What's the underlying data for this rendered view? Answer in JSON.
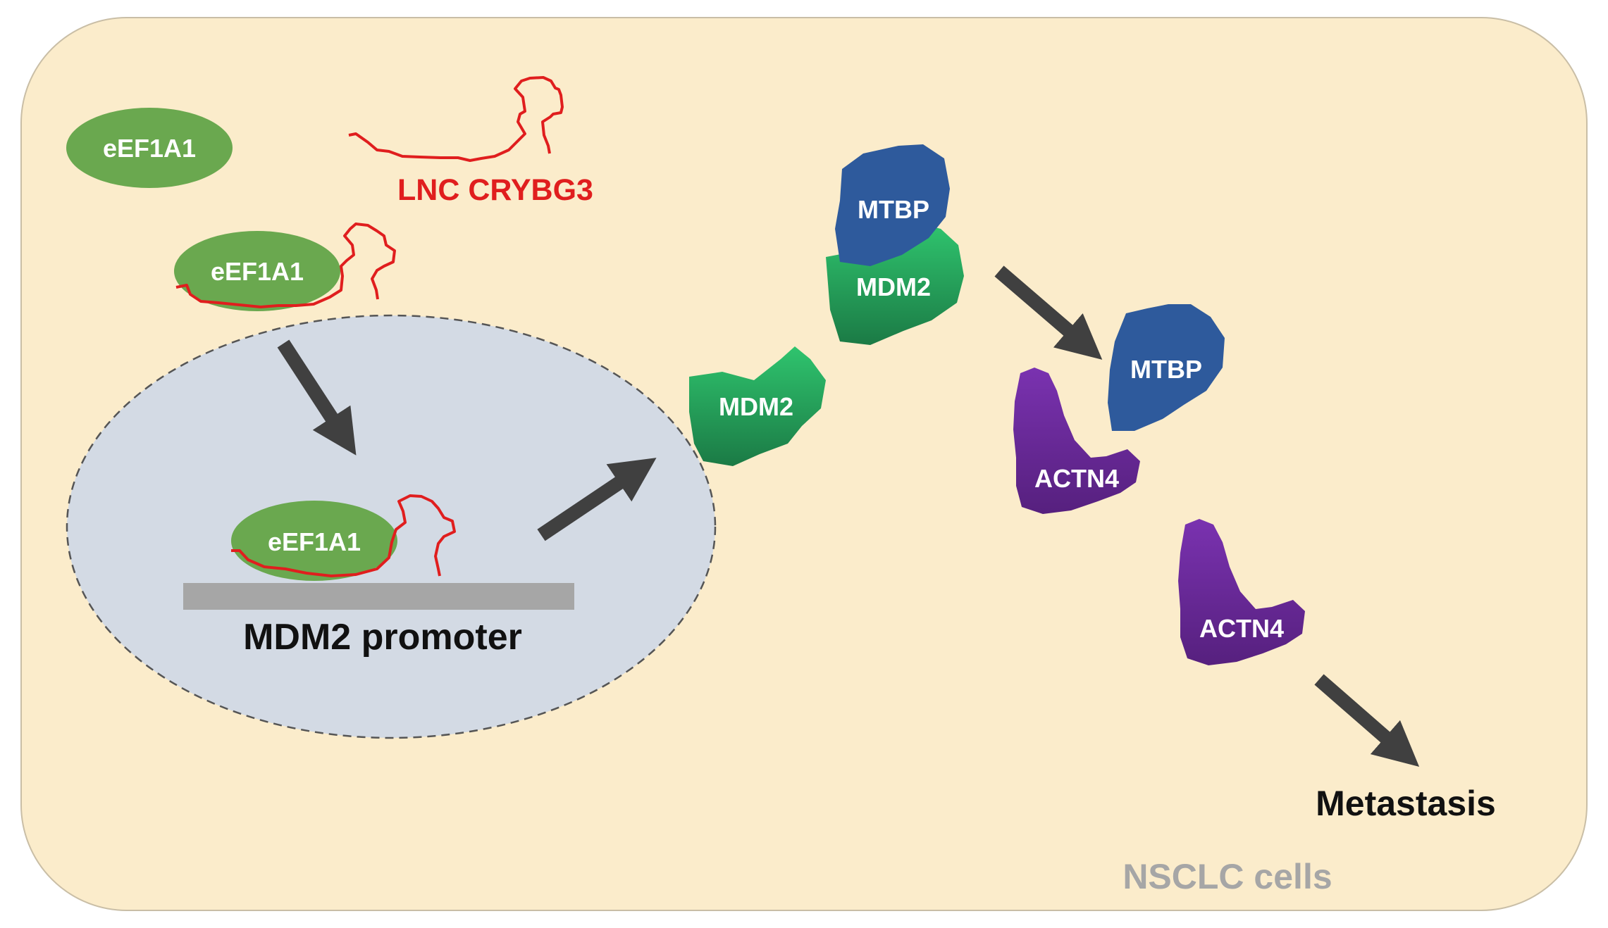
{
  "labels": {
    "eef1a1_free": "eEF1A1",
    "lnc_name": "LNC CRYBG3",
    "eef1a1_bound": "eEF1A1",
    "eef1a1_nuclear": "eEF1A1",
    "promoter": "MDM2 promoter",
    "mdm2_free": "MDM2",
    "mtbp_complex": "MTBP",
    "mdm2_complex": "MDM2",
    "mtbp_actn4": "MTBP",
    "actn4_complex": "ACTN4",
    "actn4_free": "ACTN4",
    "outcome": "Metastasis",
    "cell_type": "NSCLC cells"
  },
  "colors": {
    "cell_background": "#fbeccb",
    "nucleus": "#d3dae4",
    "eef1a1": "#6aa84f",
    "lncrna": "#e01e1e",
    "mdm2": "#27ae60",
    "mtbp": "#2e5a9c",
    "actn4": "#6d2a9c",
    "promoter_bar": "#a6a6a6",
    "arrow": "#404040",
    "cell_label": "#a6a6a6"
  }
}
